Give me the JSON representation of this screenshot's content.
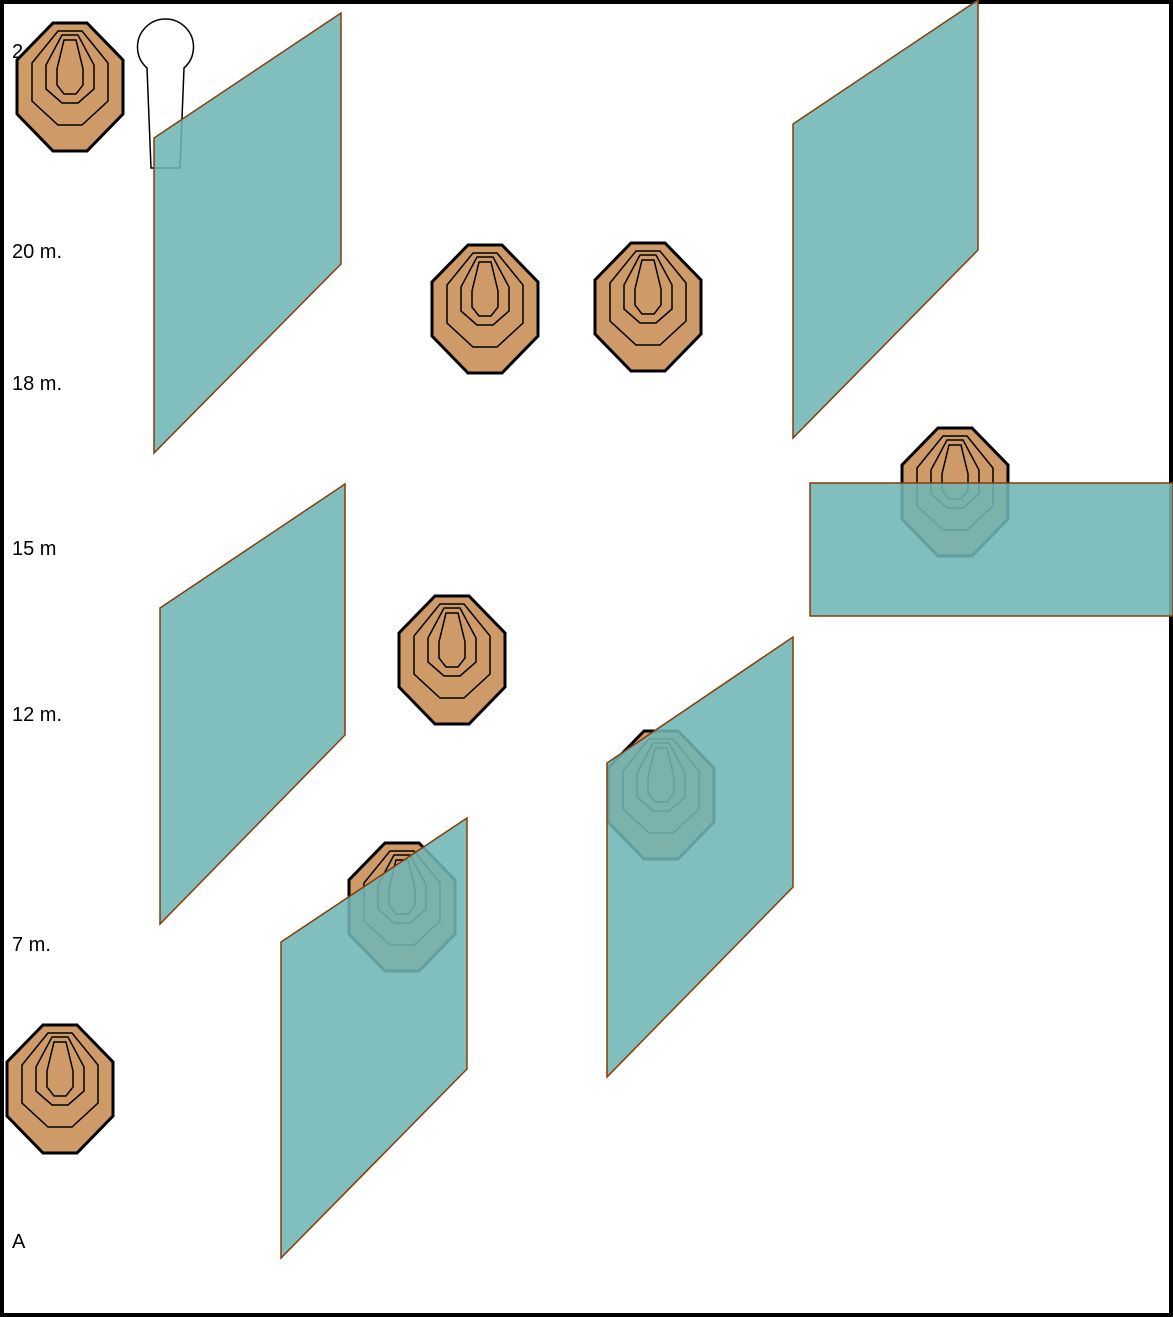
{
  "colors": {
    "background": "#ffffff",
    "border": "#000000",
    "target_fill": "#cd9a68",
    "target_stroke": "#000000",
    "barrier_fill": "#6fb5b5",
    "barrier_stroke": "#8b3a0a",
    "popper_fill": "#ffffff",
    "popper_stroke": "#000000"
  },
  "distance_labels": [
    "2",
    "20 m.",
    "18 m.",
    "15 m",
    "12 m.",
    "7 m.",
    "A"
  ],
  "legend": {
    "target_icon": "paper-target-octagon-icon",
    "popper_icon": "popper-target-icon",
    "barrier_icon": "translucent-barrier-panel"
  }
}
